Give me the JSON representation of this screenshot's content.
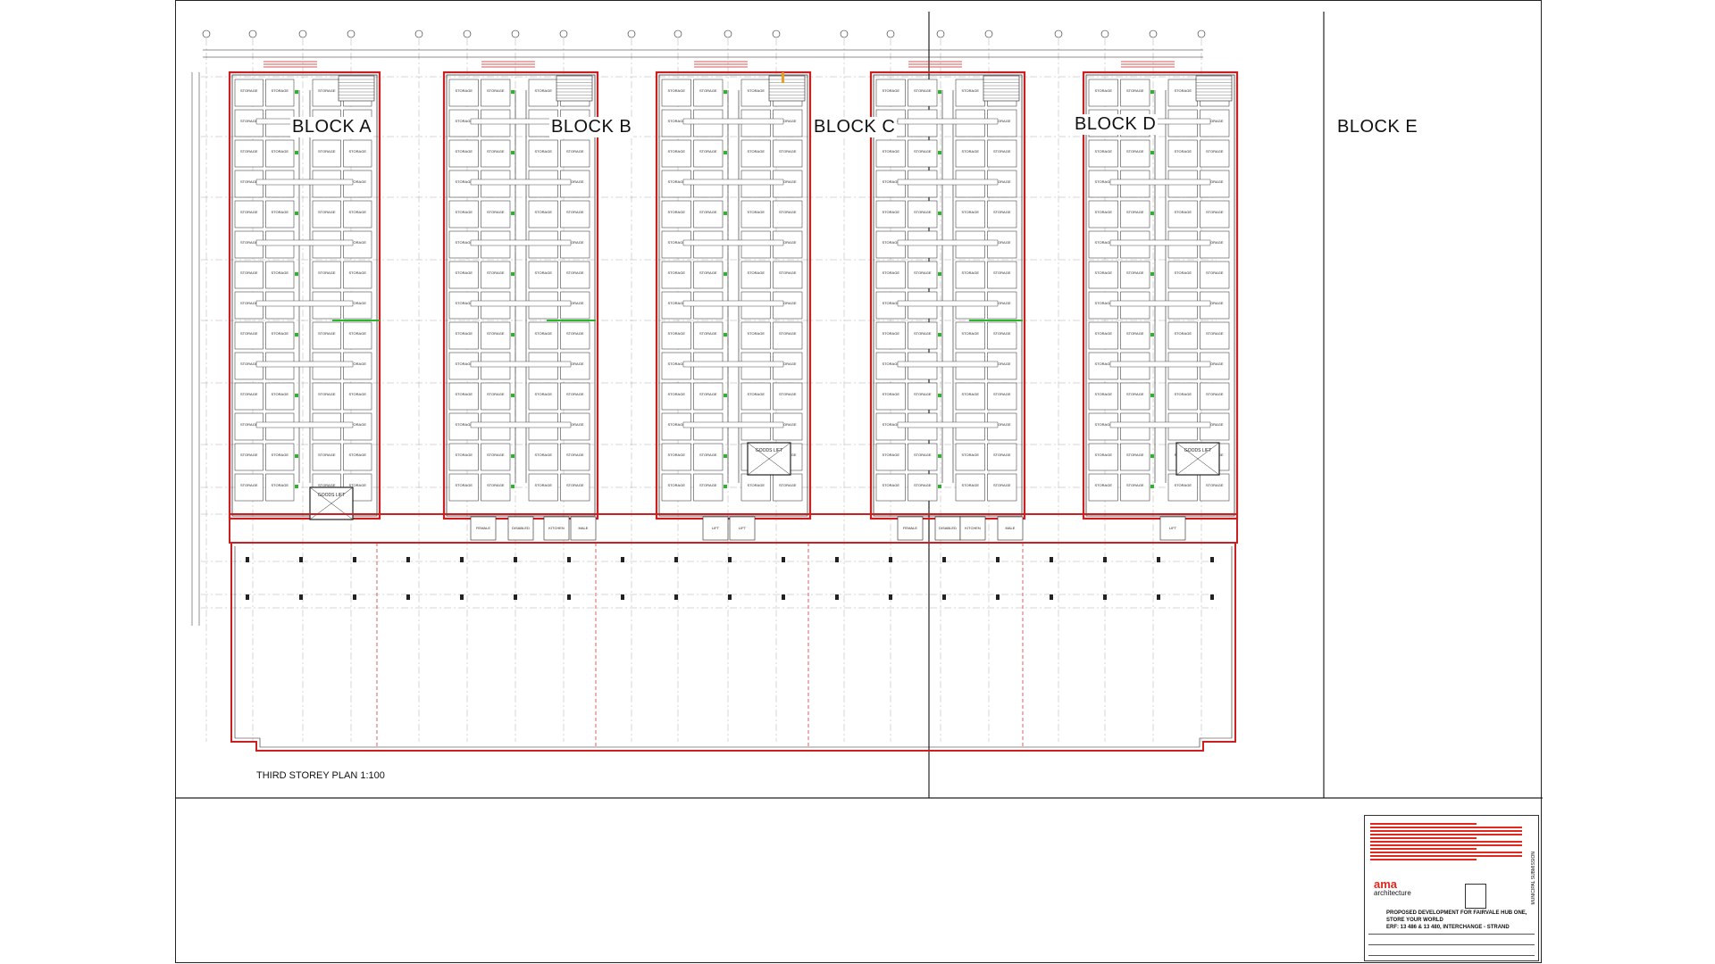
{
  "plan": {
    "title": "THIRD STOREY PLAN 1:100",
    "blocks": [
      {
        "label": "BLOCK A"
      },
      {
        "label": "BLOCK B"
      },
      {
        "label": "BLOCK C"
      },
      {
        "label": "BLOCK D"
      },
      {
        "label": "BLOCK E"
      }
    ],
    "room_label": "STORAGE",
    "core_labels": {
      "goods_lift": "GOODS LIFT",
      "female": "FEMALE",
      "male": "MALE",
      "disabled": "DISABLED",
      "kitchen": "KITCHEN",
      "lift": "LIFT"
    }
  },
  "title_block": {
    "firm_name": "ama",
    "firm_subtitle": "architecture",
    "project_line1": "PROPOSED DEVELOPMENT FOR FAIRVALE HUB ONE,",
    "project_line2": "STORE YOUR WORLD",
    "project_line3": "ERF: 13 486 & 13 480, INTERCHANGE - STRAND",
    "status": "MUNICIPAL SUBMISSION"
  },
  "colors": {
    "wall_red": "#cc1f1f",
    "line_dark": "#222222",
    "door_green": "#2bb52b",
    "grid_grey": "#9a9a9a",
    "accent_orange": "#e8a020"
  }
}
